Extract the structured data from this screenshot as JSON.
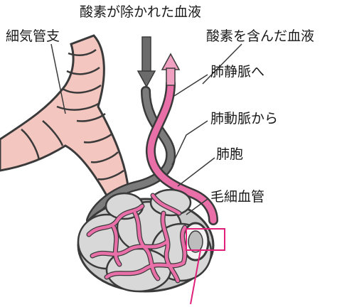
{
  "labels": {
    "deoxygenated_blood": "酸素が除かれた血液",
    "bronchiole": "細気管支",
    "oxygenated_blood": "酸素を含んだ血液",
    "to_pulmonary_vein": "肺静脈へ",
    "from_pulmonary_artery": "肺動脈から",
    "alveolus": "肺胞",
    "capillaries": "毛細血管"
  },
  "colors": {
    "bronchiole_fill": "#f4c6c0",
    "vessel_pink": "#e96fa8",
    "vessel_grey": "#7b7b7b",
    "outline": "#3a3a3a",
    "highlight_box": "#e0207a"
  }
}
